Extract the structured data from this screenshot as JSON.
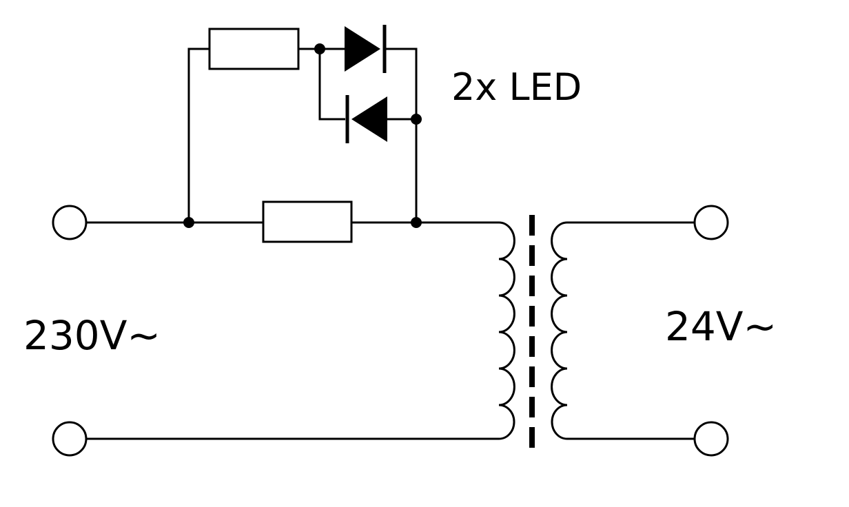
{
  "labels": {
    "led": "2x LED",
    "input_voltage": "230V~",
    "output_voltage": "24V~"
  },
  "colors": {
    "line": "#000000",
    "background": "#ffffff"
  },
  "components": [
    "resistor-led-branch",
    "led-forward",
    "led-reverse",
    "resistor-main",
    "transformer"
  ]
}
